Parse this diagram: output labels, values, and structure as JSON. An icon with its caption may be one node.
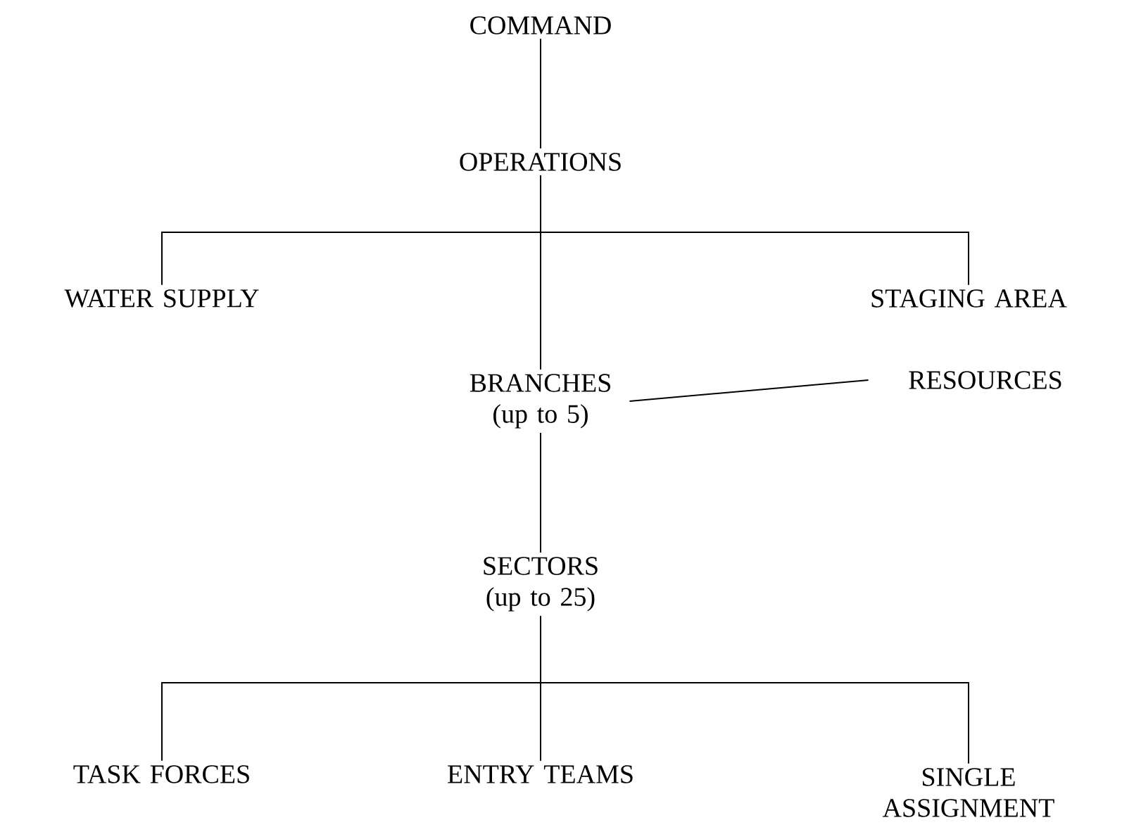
{
  "diagram": {
    "nodes": [
      {
        "text": [
          "COMMAND"
        ]
      },
      {
        "text": [
          "OPERATIONS"
        ]
      },
      {
        "text": [
          "WATER SUPPLY"
        ]
      },
      {
        "text": [
          "STAGING AREA"
        ]
      },
      {
        "text": [
          "BRANCHES (up to 5)"
        ]
      },
      {
        "text": [
          "RESOURCES"
        ]
      },
      {
        "text": [
          "SECTORS (up to 25)"
        ]
      },
      {
        "text": [
          "TASK FORCES"
        ]
      },
      {
        "text": [
          "ENTRY TEAMS"
        ]
      },
      {
        "text": [
          "SINGLE ASSIGNMENT"
        ]
      }
    ],
    "edges": [
      {
        "from": 0,
        "to": 1,
        "arrow": "none"
      },
      {
        "from": 1,
        "to": 2,
        "arrow": "none"
      },
      {
        "from": 1,
        "to": 3,
        "arrow": "none"
      },
      {
        "from": 1,
        "to": 4,
        "arrow": "none"
      },
      {
        "from": 4,
        "to": 5,
        "arrow": "none"
      },
      {
        "from": 4,
        "to": 6,
        "arrow": "none"
      },
      {
        "from": 6,
        "to": 7,
        "arrow": "none"
      },
      {
        "from": 6,
        "to": 8,
        "arrow": "none"
      },
      {
        "from": 6,
        "to": 9,
        "arrow": "none"
      }
    ]
  }
}
